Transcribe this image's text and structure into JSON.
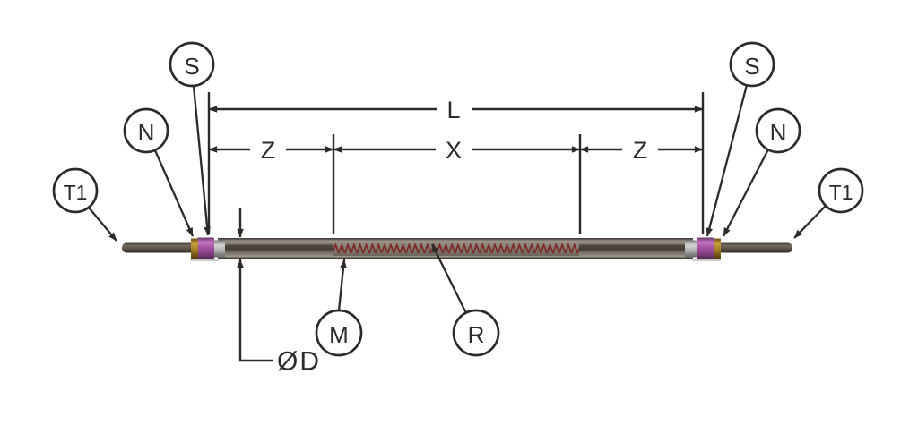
{
  "dimension_labels": {
    "overall_length": "L",
    "left_cold_zone": "Z",
    "heated_length": "X",
    "right_cold_zone": "Z",
    "diameter": "ØD"
  },
  "callouts": {
    "s_left": "S",
    "n_left": "N",
    "t1_left": "T1",
    "s_right": "S",
    "n_right": "N",
    "t1_right": "T1",
    "m": "M",
    "r": "R"
  },
  "colors": {
    "ink": "#2d2a28",
    "background": "#ffffff",
    "coil_red": "#7d2626",
    "lead_stops": [
      "#3a342e",
      "#746a5e",
      "#5a5146",
      "#2c2722"
    ],
    "sheath_stops": [
      "#33302b",
      "#6a645b",
      "#9b958c",
      "#878174",
      "#4e473f",
      "#453f38",
      "#6f6960",
      "#8a847a",
      "#a09a91",
      "#2b2722"
    ],
    "coilband_stops": [
      "#999388",
      "#837d72",
      "#6b655b"
    ],
    "ferrule_stops": [
      "#6f6f6f",
      "#d4d4d4",
      "#a6a6a6",
      "#5e5e5e"
    ],
    "purple_stops": [
      "#5c2c5a",
      "#c678c4",
      "#a14f9f",
      "#7c3a7a",
      "#47224a"
    ],
    "gold_stops": [
      "#6d5114",
      "#c9a03a",
      "#9a791f",
      "#533d0d"
    ]
  }
}
